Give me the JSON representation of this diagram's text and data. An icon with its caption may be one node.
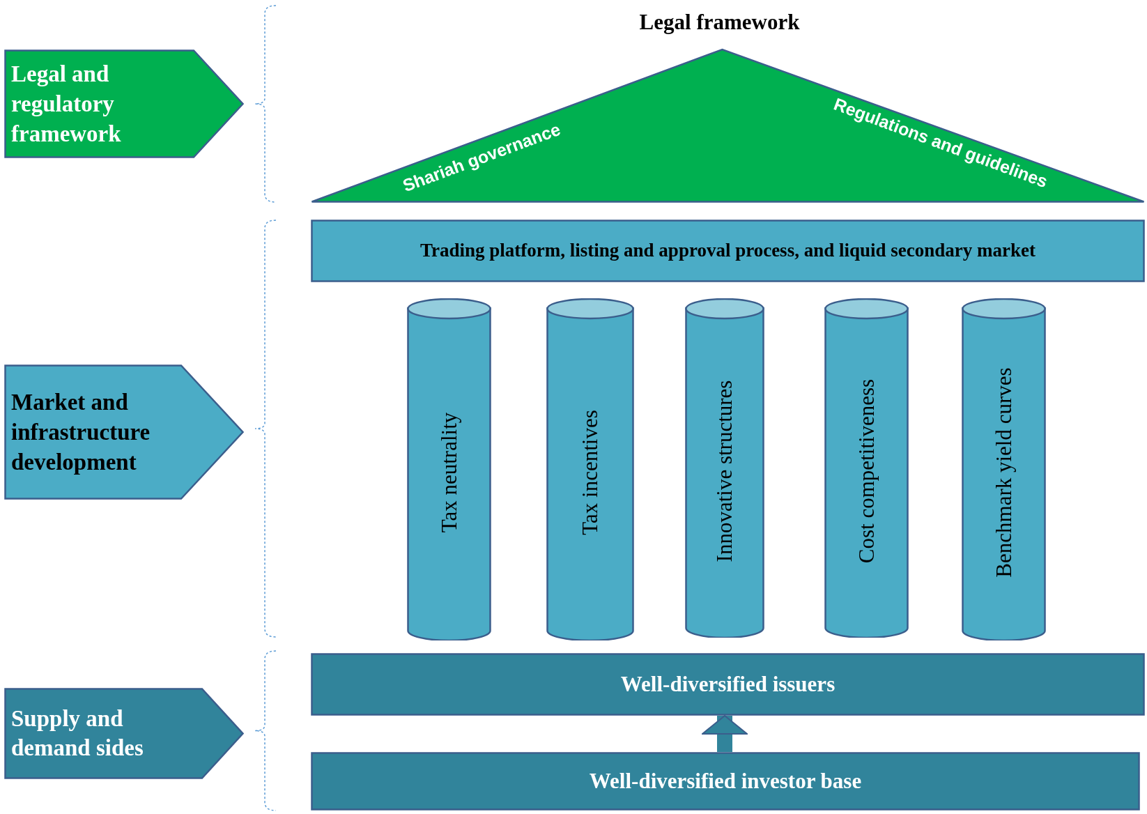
{
  "diagram": {
    "nodes": [
      {
        "text": [
          "Legal and regulatory framework"
        ]
      },
      {
        "text": [
          "Market and infrastructure development"
        ]
      },
      {
        "text": [
          "Supply and demand sides"
        ]
      },
      {
        "text": [
          "Legal framework",
          "Shariah governance",
          "Regulations and guidelines"
        ]
      },
      {
        "text": [
          "Trading platform, listing and approval process, and liquid secondary market"
        ]
      },
      {
        "text": [
          "Tax neutrality"
        ]
      },
      {
        "text": [
          "Tax incentives"
        ]
      },
      {
        "text": [
          "Innovative structures"
        ]
      },
      {
        "text": [
          "Cost competitiveness"
        ]
      },
      {
        "text": [
          "Benchmark yield curves"
        ]
      },
      {
        "text": [
          "Well-diversified issuers"
        ]
      },
      {
        "text": [
          "Well-diversified investor base"
        ]
      }
    ],
    "edges": [
      {
        "from": 11,
        "to": 10,
        "arrow": "to"
      }
    ]
  }
}
